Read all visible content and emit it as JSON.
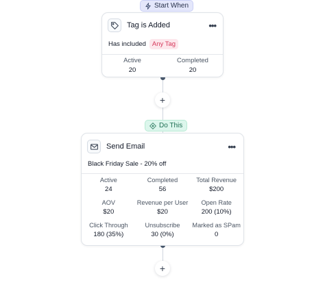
{
  "start_pill": {
    "label": "Start When",
    "icon": "lightning-icon"
  },
  "trigger": {
    "title": "Tag is Added",
    "icon": "tag-icon",
    "condition_label": "Has included",
    "condition_value": "Any Tag",
    "stats": [
      {
        "label": "Active",
        "value": "20"
      },
      {
        "label": "Completed",
        "value": "20"
      }
    ]
  },
  "do_pill": {
    "label": "Do This",
    "icon": "tag-icon"
  },
  "action": {
    "title": "Send Email",
    "icon": "mail-icon",
    "subject": "Black Friday Sale - 20% off",
    "stats": [
      {
        "label": "Active",
        "value": "24"
      },
      {
        "label": "Completed",
        "value": "56"
      },
      {
        "label": "Total Revenue",
        "value": "$200"
      },
      {
        "label": "AOV",
        "value": "$20"
      },
      {
        "label": "Revenue per User",
        "value": "$20"
      },
      {
        "label": "Open Rate",
        "value": "200 (10%)"
      },
      {
        "label": "Click Through",
        "value": "180 (35%)"
      },
      {
        "label": "Unsubscribe",
        "value": "30 (0%)"
      },
      {
        "label": "Marked as SPam",
        "value": "0"
      }
    ]
  },
  "add_button": {
    "label": "+"
  },
  "colors": {
    "chip_bg": "#fde7ec",
    "chip_text": "#d63a5c",
    "start_pill_bg": "#e4e7fb",
    "do_pill_bg": "#dcf6ec",
    "connector_dot": "#4a5a6e"
  }
}
